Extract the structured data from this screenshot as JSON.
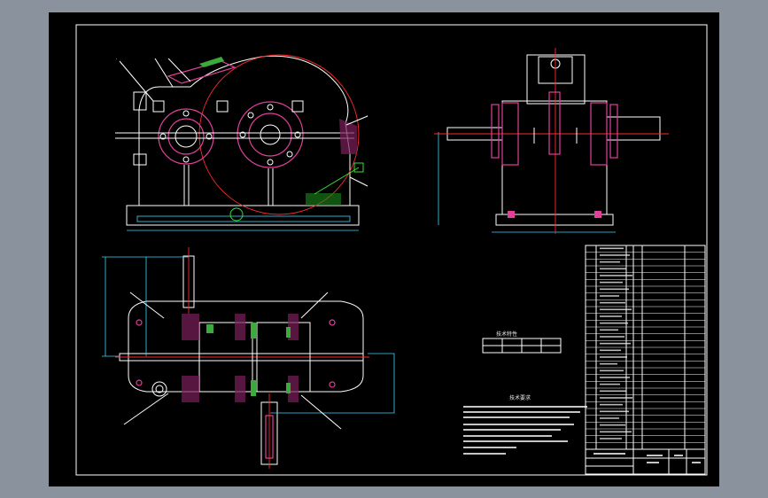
{
  "drawing": {
    "background": "#000000",
    "border_color": "#ffffff",
    "outline_color": "#ffffff",
    "section_color": "#e0409a",
    "centerline_color": "#ff2a2a",
    "dimension_color": "#3cd6ff",
    "gear_color": "#37e037"
  },
  "tech_table": {
    "title": "技术特性",
    "headers": [
      "",
      "",
      "",
      ""
    ],
    "row": [
      "",
      "",
      "",
      ""
    ]
  },
  "tech_requirements": {
    "title": "技术要求",
    "lines": [
      "",
      "",
      "",
      "",
      "",
      "",
      "",
      "",
      ""
    ]
  },
  "parts_list": {
    "row_count": 30
  },
  "title_block": {
    "cells": [
      "",
      "",
      "",
      "",
      "",
      ""
    ]
  }
}
